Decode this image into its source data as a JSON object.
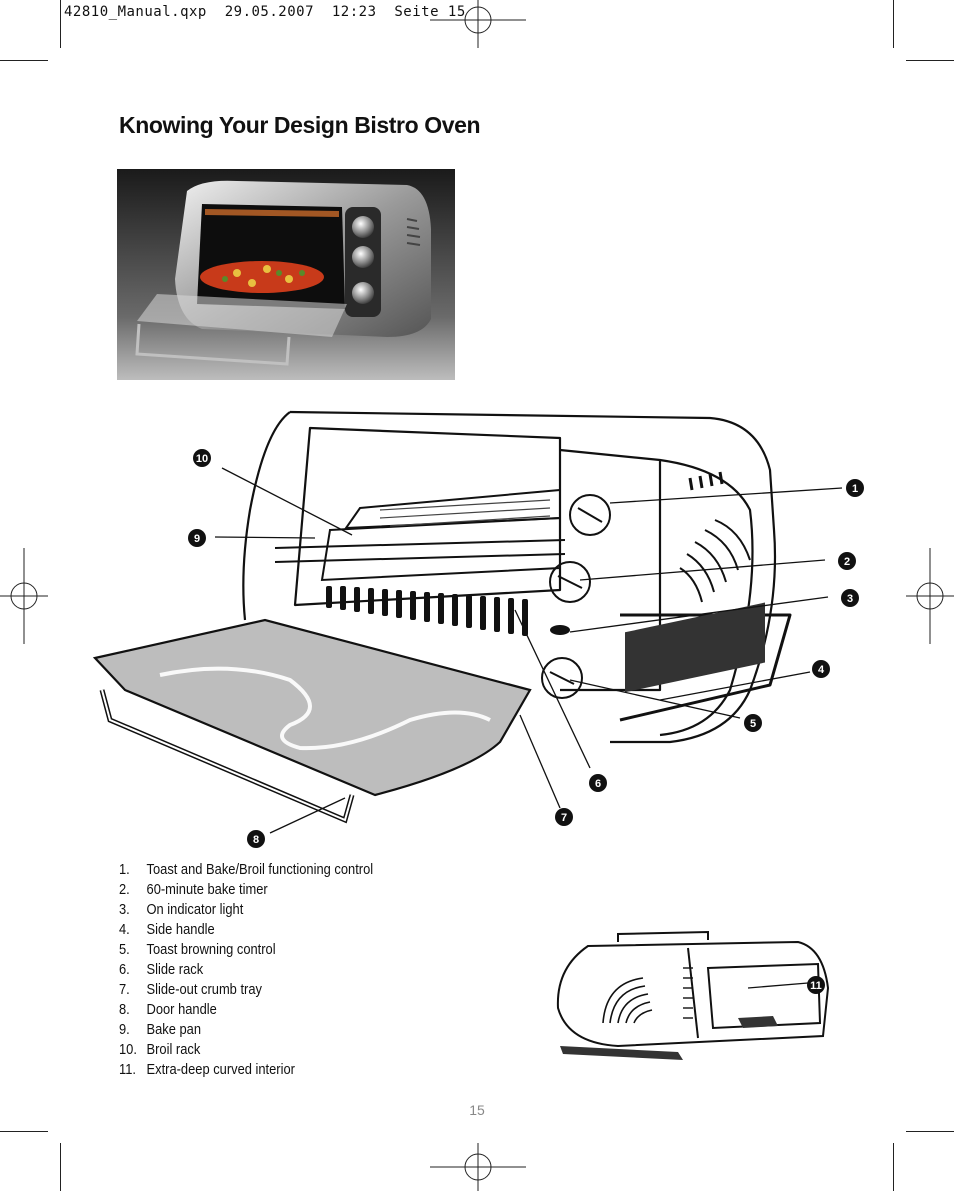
{
  "print_slug": "42810_Manual.qxp  29.05.2007  12:23  Seite 15",
  "page_title": "Knowing Your Design Bistro Oven",
  "callouts": {
    "c1": "1",
    "c2": "2",
    "c3": "3",
    "c4": "4",
    "c5": "5",
    "c6": "6",
    "c7": "7",
    "c8": "8",
    "c9": "9",
    "c10": "10",
    "c11": "11"
  },
  "parts": [
    {
      "number": "1.",
      "label": "Toast and Bake/Broil functioning control"
    },
    {
      "number": "2.",
      "label": "60-minute bake timer"
    },
    {
      "number": "3.",
      "label": "On indicator light"
    },
    {
      "number": "4.",
      "label": "Side handle"
    },
    {
      "number": "5.",
      "label": "Toast browning control"
    },
    {
      "number": "6.",
      "label": "Slide rack"
    },
    {
      "number": "7.",
      "label": "Slide-out crumb tray"
    },
    {
      "number": "8.",
      "label": "Door handle"
    },
    {
      "number": "9.",
      "label": "Bake pan"
    },
    {
      "number": "10.",
      "label": "Broil rack"
    },
    {
      "number": "11.",
      "label": "Extra-deep curved interior"
    }
  ],
  "page_number": "15"
}
